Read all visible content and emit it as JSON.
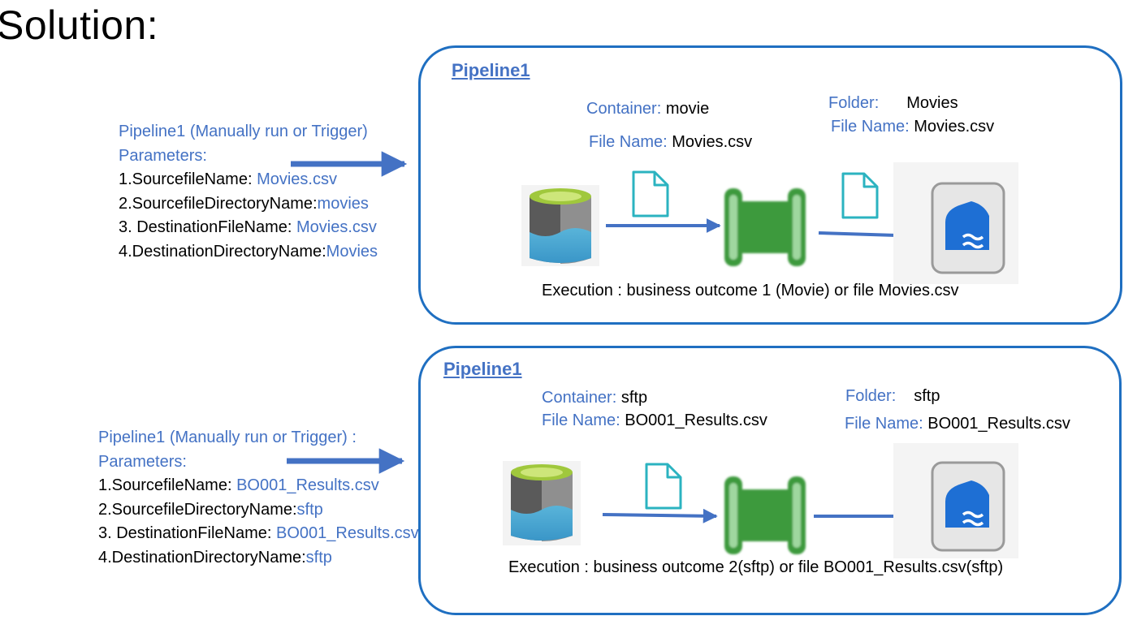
{
  "title": "Solution:",
  "colors": {
    "accent": "#4472c4",
    "border": "#1f6fc1",
    "arrow": "#4472c4",
    "doc": "#2bb3c0",
    "pipe": "#3c9a3c"
  },
  "sections": [
    {
      "params": {
        "heading": "Pipeline1 (Manually run or Trigger)",
        "sub": "Parameters:",
        "items": [
          {
            "label": "1.SourcefileName: ",
            "value": "Movies.csv"
          },
          {
            "label": "2.SourcefileDirectoryName:",
            "value": "movies"
          },
          {
            "label": "3. DestinationFileName: ",
            "value": "Movies.csv"
          },
          {
            "label": "4.DestinationDirectoryName:",
            "value": "Movies"
          }
        ]
      },
      "panel": {
        "title": "Pipeline1",
        "source": {
          "container_label": "Container:",
          "container_value": "movie",
          "file_label": "File Name:",
          "file_value": "Movies.csv"
        },
        "dest": {
          "folder_label": "Folder:",
          "folder_value": "Movies",
          "file_label": "File Name:",
          "file_value": "Movies.csv"
        },
        "execution": "Execution : business outcome 1 (Movie) or file Movies.csv"
      }
    },
    {
      "params": {
        "heading": "Pipeline1 (Manually run or Trigger) :",
        "sub": "Parameters:",
        "items": [
          {
            "label": "1.SourcefileName: ",
            "value": "BO001_Results.csv"
          },
          {
            "label": "2.SourcefileDirectoryName:",
            "value": "sftp"
          },
          {
            "label": "3. DestinationFileName: ",
            "value": "BO001_Results.csv"
          },
          {
            "label": "4.DestinationDirectoryName:",
            "value": "sftp"
          }
        ]
      },
      "panel": {
        "title": "Pipeline1",
        "source": {
          "container_label": "Container:",
          "container_value": "sftp",
          "file_label": "File Name:",
          "file_value": "BO001_Results.csv"
        },
        "dest": {
          "folder_label": "Folder:",
          "folder_value": "sftp",
          "file_label": "File Name:",
          "file_value": "BO001_Results.csv"
        },
        "execution": "Execution : business outcome 2(sftp) or file BO001_Results.csv(sftp)"
      }
    }
  ]
}
